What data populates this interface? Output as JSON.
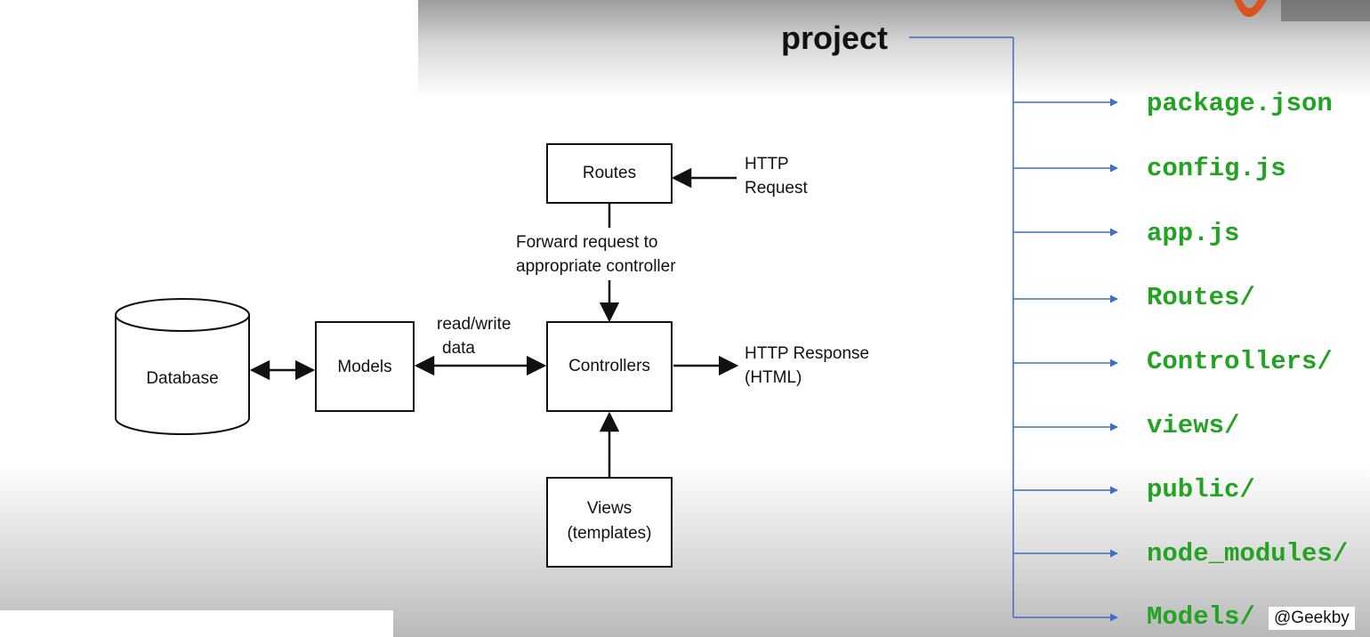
{
  "diagram": {
    "routes": "Routes",
    "http_request_1": "HTTP",
    "http_request_2": "Request",
    "forward_1": "Forward request to",
    "forward_2": "appropriate controller",
    "database": "Database",
    "models": "Models",
    "readwrite_1": "read/write",
    "readwrite_2": "data",
    "controllers": "Controllers",
    "http_response_1": "HTTP Response",
    "http_response_2": "(HTML)",
    "views_1": "Views",
    "views_2": "(templates)"
  },
  "tree": {
    "root": "project",
    "items": [
      "package.json",
      "config.js",
      "app.js",
      "Routes/",
      "Controllers/",
      "views/",
      "public/",
      "node_modules/",
      "Models/"
    ],
    "item_color": "#22a322",
    "connector_color": "#3f6fc2"
  },
  "watermark": "@Geekby",
  "logo_icon": "brand-logo-icon"
}
